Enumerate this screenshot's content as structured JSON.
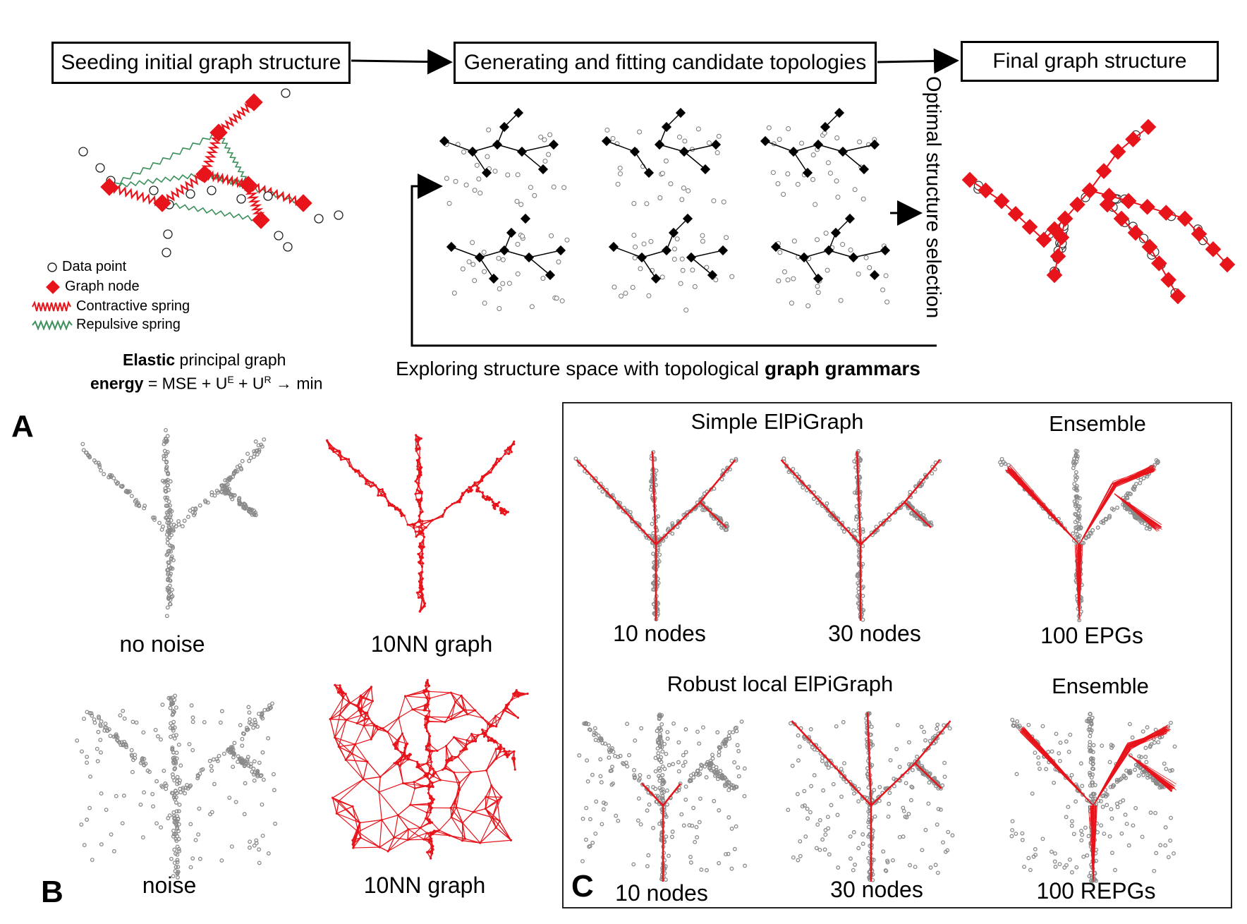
{
  "panel_a": {
    "letter": "A",
    "step1": "Seeding initial graph structure",
    "step2": "Generating and fitting candidate topologies",
    "step3": "Final graph structure",
    "side_label": "Optimal structure selection",
    "bottom_label_prefix": "Exploring structure space with topological ",
    "bottom_label_bold": "graph grammars",
    "legend": {
      "data_point": "Data point",
      "graph_node": "Graph node",
      "contractive": "Contractive spring",
      "repulsive": "Repulsive spring"
    },
    "energy_bold_1": "Elastic",
    "energy_line1_rest": " principal graph",
    "energy_bold_2": "energy",
    "energy_eq_a": " = MSE + U",
    "energy_sup_e": "E",
    "energy_eq_b": " + U",
    "energy_sup_r": "R",
    "energy_eq_c": " → min"
  },
  "panel_b": {
    "letter": "B",
    "labels": [
      "no noise",
      "10NN graph",
      "noise",
      "10NN graph"
    ]
  },
  "panel_c": {
    "letter": "C",
    "title_simple": "Simple ElPiGraph",
    "title_ensemble_1": "Ensemble",
    "title_robust": "Robust local ElPiGraph",
    "title_ensemble_2": "Ensemble",
    "labels_top": [
      "10 nodes",
      "30 nodes",
      "100 EPGs"
    ],
    "labels_bottom": [
      "10 nodes",
      "30 nodes",
      "100 REPGs"
    ]
  },
  "colors": {
    "accent_red": "#e8141b",
    "point_gray": "#8a8a8a",
    "repulsive_green": "#3a8f5a"
  }
}
